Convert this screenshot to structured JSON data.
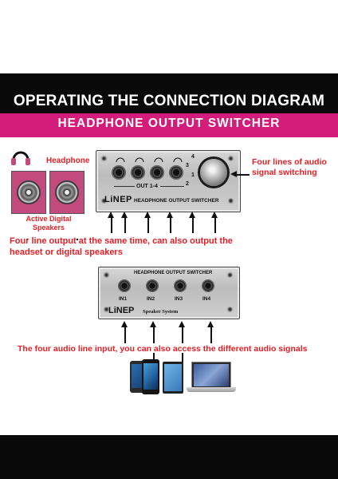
{
  "title": "OPERATING THE CONNECTION DIAGRAM",
  "subtitle": "HEADPHONE OUTPUT SWITCHER",
  "top_section": {
    "headphone_label": "Headphone",
    "speakers_label_1": "Active Digital",
    "speakers_label_2": "Speakers",
    "switching_label_1": "Four lines of audio",
    "switching_label_2": "signal switching",
    "output_caption_1": "Four line output at the same time, can also output the",
    "output_caption_2": "headset or digital speakers"
  },
  "output_device": {
    "out_label": "OUT 1-4",
    "brand": "LiNEP",
    "model": "HEADPHONE OUTPUT SWITCHER",
    "selector_numbers": [
      "1",
      "2",
      "3",
      "4"
    ]
  },
  "input_device": {
    "header": "HEADPHONE OUTPUT SWITCHER",
    "inputs": [
      "IN1",
      "IN2",
      "IN3",
      "IN4"
    ],
    "brand": "LiNEP",
    "sub_brand": "Speaker System"
  },
  "bottom_caption": "The four audio line input, you can also access the different audio signals",
  "colors": {
    "accent": "#d41c7a",
    "label_red": "#e31e24",
    "bar": "#0a0a0a"
  }
}
